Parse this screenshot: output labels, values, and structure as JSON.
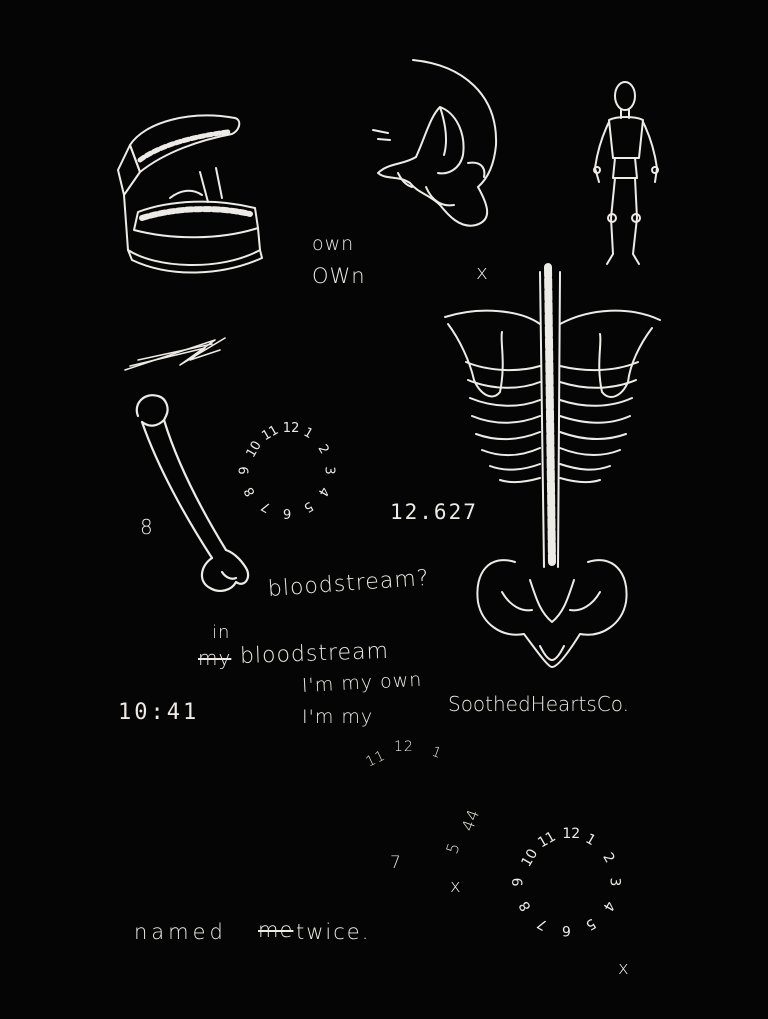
{
  "texts": {
    "own_1": "own",
    "own_2": "OWn",
    "x_top": "x",
    "eight": "8",
    "num_12627": "12.627",
    "bloodstream_q": "bloodstream?",
    "in_word": "in",
    "my_struck": "my",
    "bloodstream": "bloodstream",
    "im_my_own": "I'm my own",
    "im_my": "I'm my",
    "time": "10:41",
    "brand": "SoothedHeartsCo.",
    "named": "named",
    "me_struck": "me",
    "twice": "twice.",
    "x_mid": "x",
    "x_bottom": "x",
    "seven": "7",
    "five": "5",
    "four_four": "44"
  },
  "partial_clock": [
    "11",
    "12",
    "1"
  ],
  "clock_small": [
    "12",
    "1",
    "2",
    "3",
    "4",
    "5",
    "6",
    "7",
    "8",
    "9",
    "10",
    "11"
  ],
  "clock_large": [
    "12",
    "1",
    "2",
    "3",
    "4",
    "5",
    "6",
    "7",
    "8",
    "9",
    "10",
    "11"
  ],
  "colors": {
    "background": "#050505",
    "chalk": "#ecebe6"
  },
  "icons": [
    "teeth-model-icon",
    "skull-icon",
    "mannequin-icon",
    "skeleton-torso-icon",
    "femur-bone-icon",
    "scribble-icon"
  ]
}
